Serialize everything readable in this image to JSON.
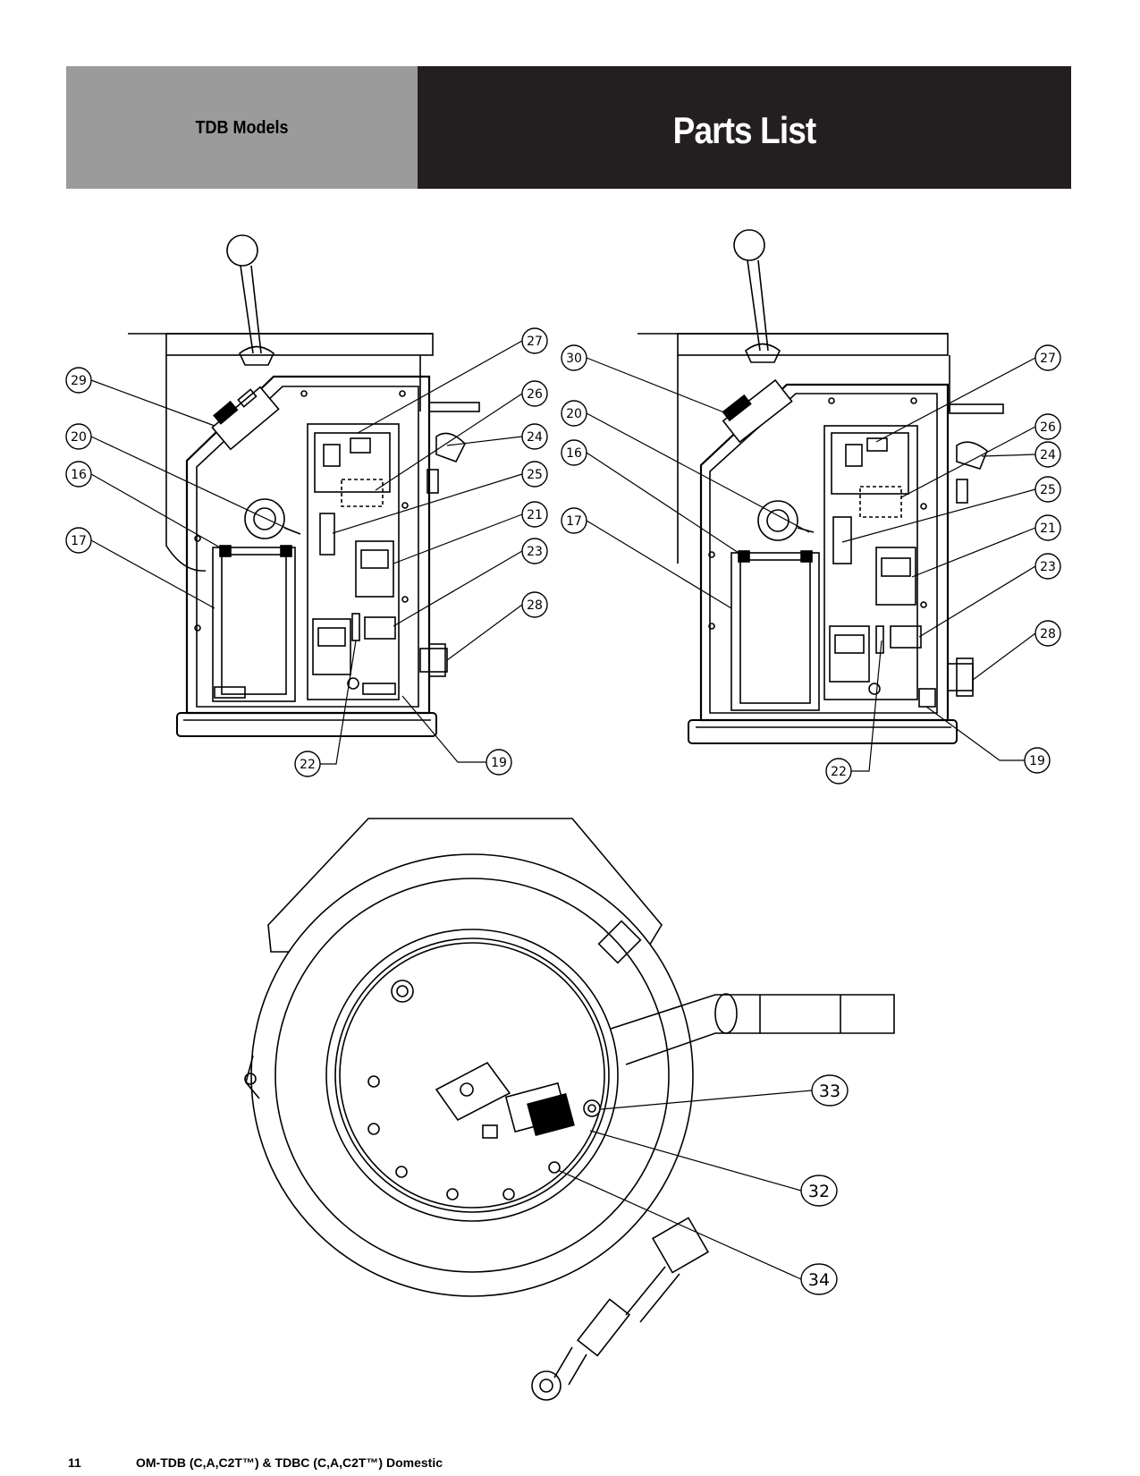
{
  "header": {
    "section": "TDB Models",
    "title": "Parts List",
    "colors": {
      "left_band": "#9b9b9b",
      "right_band": "#231f20"
    }
  },
  "figure_left": {
    "callouts": [
      "29",
      "20",
      "16",
      "17",
      "27",
      "26",
      "24",
      "25",
      "21",
      "23",
      "28",
      "22",
      "19"
    ]
  },
  "figure_right": {
    "callouts": [
      "30",
      "20",
      "16",
      "17",
      "27",
      "26",
      "24",
      "25",
      "21",
      "23",
      "28",
      "22",
      "19"
    ]
  },
  "figure_bottom": {
    "callouts": [
      "33",
      "32",
      "34"
    ]
  },
  "footer": {
    "page_number": "11",
    "document_title": "OM-TDB (C,A,C2T™) & TDBC (C,A,C2T™) Domestic"
  }
}
